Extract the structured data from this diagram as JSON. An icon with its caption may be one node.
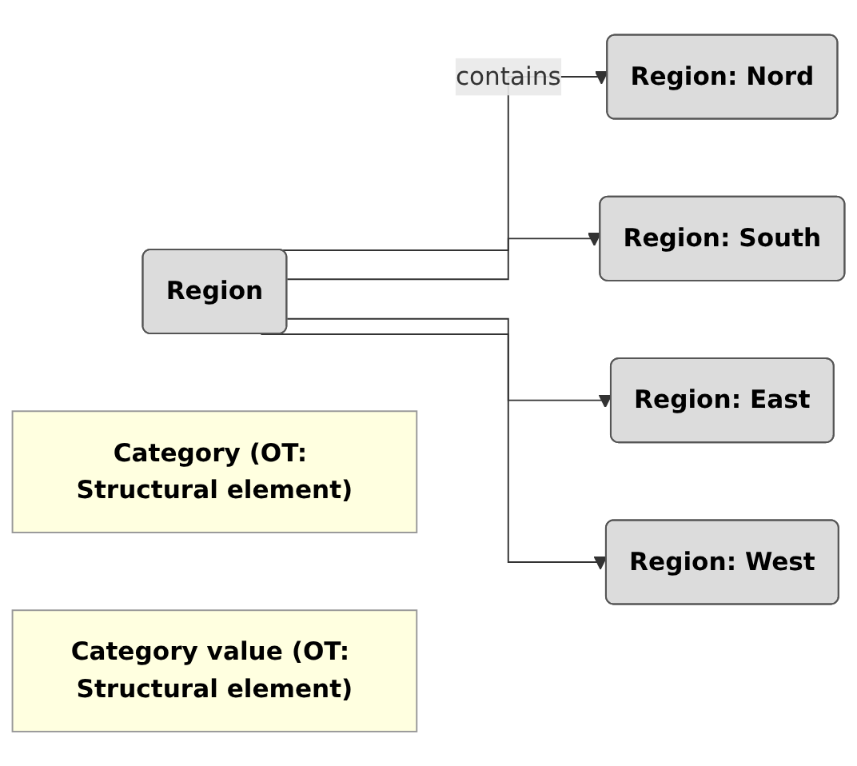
{
  "diagram": {
    "nodes": [
      {
        "text": [
          "Region"
        ]
      },
      {
        "text": [
          "Region: Nord"
        ]
      },
      {
        "text": [
          "Region: South"
        ]
      },
      {
        "text": [
          "Region: East"
        ]
      },
      {
        "text": [
          "Region: West"
        ]
      },
      {
        "text": [
          "Category (OT: Structural element)"
        ]
      },
      {
        "text": [
          "Category value (OT: Structural element)"
        ]
      }
    ],
    "edges": [
      {
        "from": 0,
        "to": 1,
        "arrow": "to",
        "label": "contains"
      },
      {
        "from": 0,
        "to": 2,
        "arrow": "to"
      },
      {
        "from": 0,
        "to": 3,
        "arrow": "to"
      },
      {
        "from": 0,
        "to": 4,
        "arrow": "to"
      }
    ]
  }
}
